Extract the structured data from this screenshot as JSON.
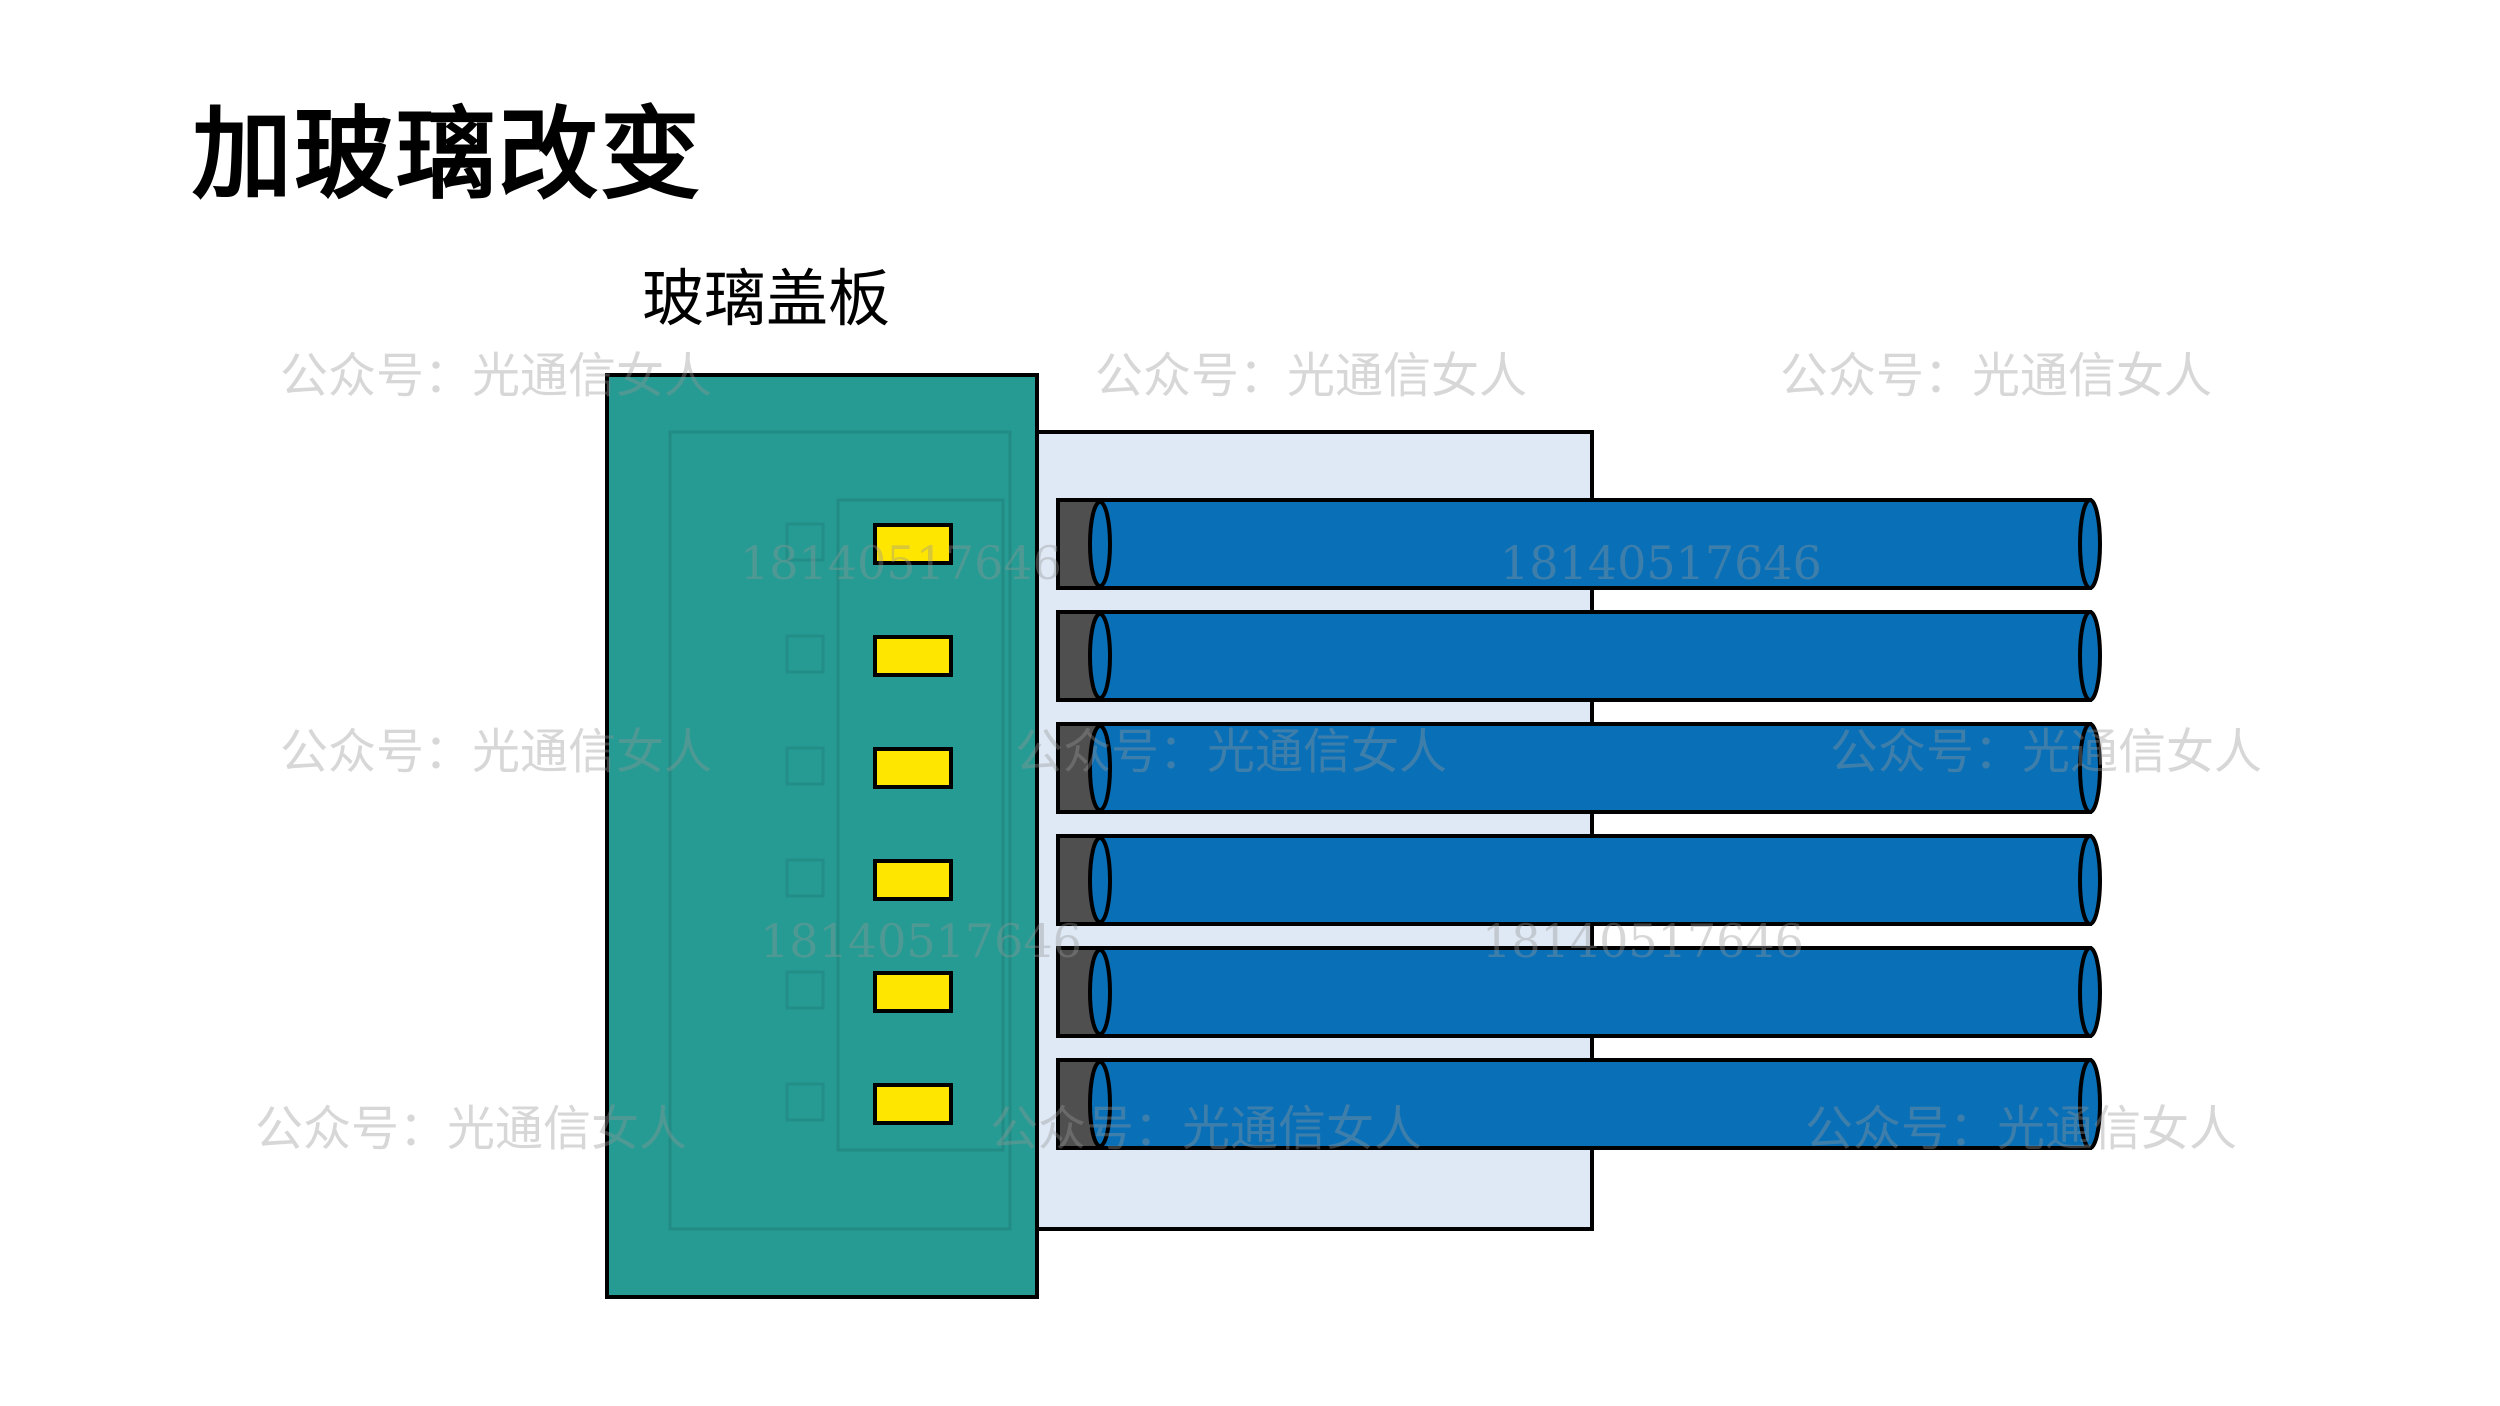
{
  "title": "加玻璃改变",
  "glass_cover_label": "玻璃盖板",
  "fiber_count": 6,
  "watermark": {
    "text": "公众号：光通信女人",
    "number": "18140517646"
  },
  "colors": {
    "glass_cover": "#259b93",
    "chip_contacts": "#ffe600",
    "substrate": "#dfe9f5",
    "fiber": "#0970b8",
    "fiber_ferrule": "#4f4f4f",
    "outline": "#000000"
  }
}
